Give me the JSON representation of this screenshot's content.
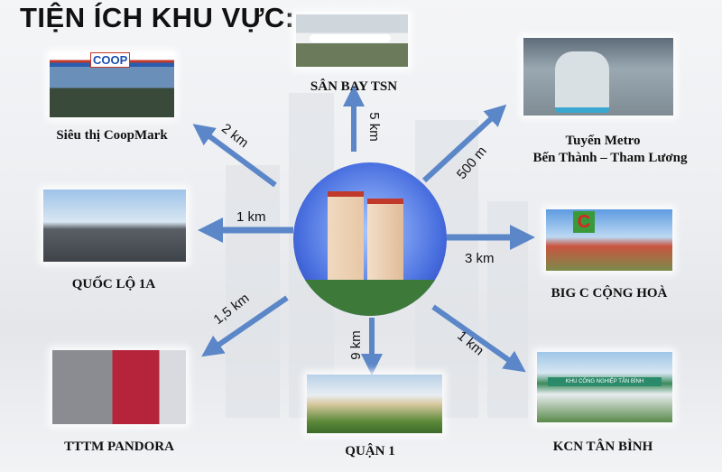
{
  "title": "TIỆN ÍCH KHU VỰC:",
  "center_image": "apartment-building",
  "arrow_color": "#5b86c8",
  "places": [
    {
      "id": "coopmark",
      "label": "Siêu thị CoopMark",
      "distance": "2 km",
      "image_text": "COOP"
    },
    {
      "id": "airport",
      "label": "SÂN BAY TSN",
      "distance": "5 km"
    },
    {
      "id": "metro",
      "label_lines": [
        "Tuyến Metro",
        "Bến Thành  – Tham Lương"
      ],
      "distance": "500 m"
    },
    {
      "id": "highway",
      "label": "QUỐC LỘ 1A",
      "distance": "1 km"
    },
    {
      "id": "bigc",
      "label": "BIG C CỘNG HOÀ",
      "distance": "3 km"
    },
    {
      "id": "pandora",
      "label": "TTTM  PANDORA",
      "distance": "1,5 km"
    },
    {
      "id": "district1",
      "label": "QUẬN 1",
      "distance": "9 km"
    },
    {
      "id": "kcn",
      "label": "KCN TÂN BÌNH",
      "distance": "1 km",
      "image_text": "KHU CÔNG NGHIỆP TÂN BÌNH"
    }
  ]
}
